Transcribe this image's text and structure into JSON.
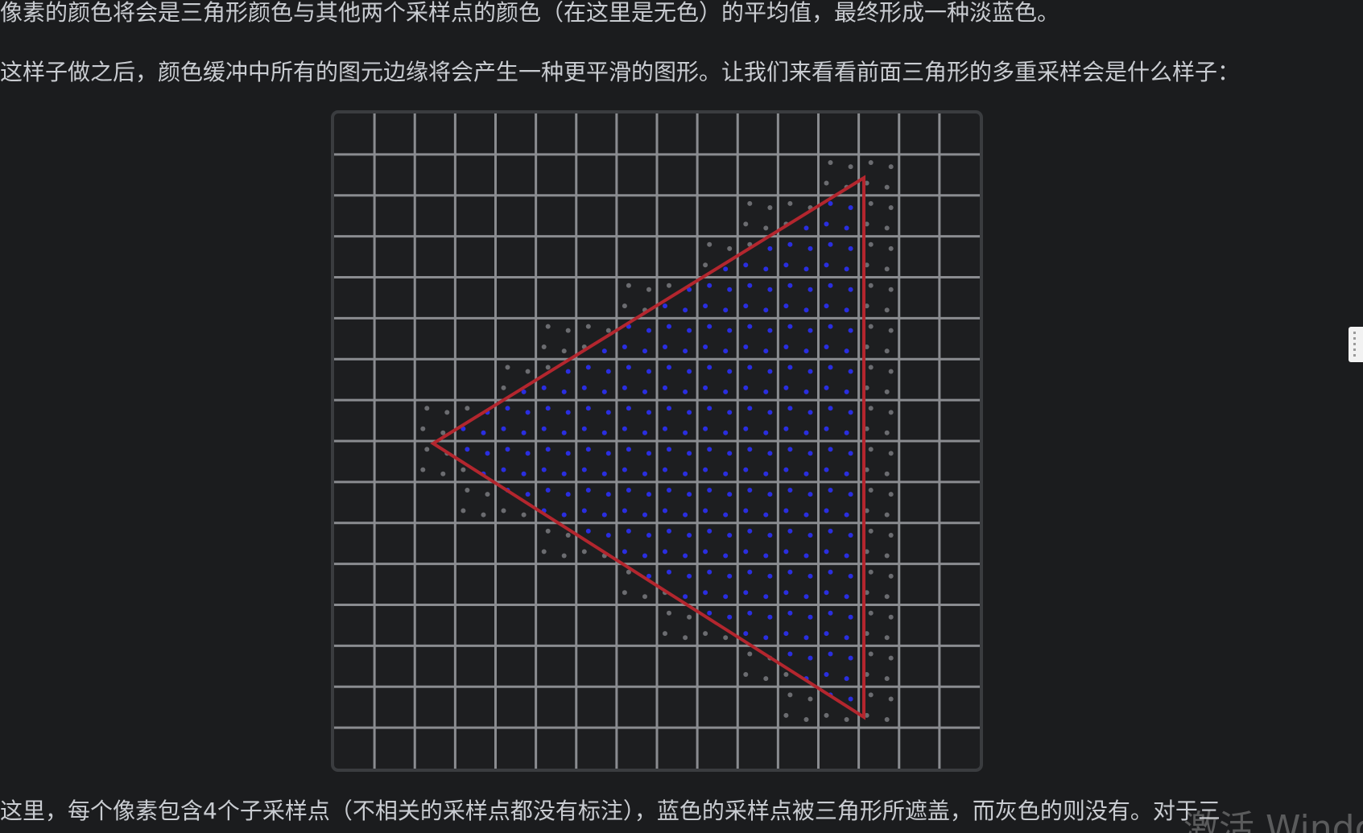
{
  "article": {
    "paragraph_1": "像素的颜色将会是三角形颜色与其他两个采样点的颜色（在这里是无色）的平均值，最终形成一种淡蓝色。",
    "paragraph_2": "这样子做之后，颜色缓冲中所有的图元边缘将会产生一种更平滑的图形。让我们来看看前面三角形的多重采样会是什么样子：",
    "paragraph_3": "这里，每个像素包含4个子采样点（不相关的采样点都没有标注），蓝色的采样点被三角形所遮盖，而灰色的则没有。对于三"
  },
  "figure": {
    "grid_columns": 16,
    "grid_rows": 16,
    "samples_per_pixel": 4,
    "colors": {
      "grid_line": "#8a8c90",
      "triangle_edge": "#b3262e",
      "covered_sample": "#2a2ee0",
      "uncovered_sample": "#6b6c70",
      "background": "#1d1e20",
      "border": "#3a3c3f"
    }
  },
  "watermark": {
    "text": "激活 Windo"
  },
  "icons": {
    "side_handle": "drag-handle-icon"
  }
}
